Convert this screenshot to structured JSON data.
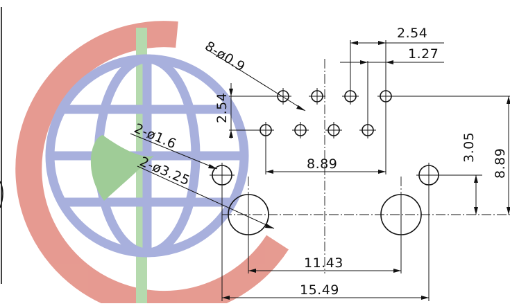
{
  "drawing": {
    "dimensions": {
      "pitch_top": "2.54",
      "half_pitch": "1.27",
      "pin_holes": "8-ø0.9",
      "row_spacing": "2.54",
      "row_width": "8.89",
      "lock_holes": "2-ø1.6",
      "mount_holes": "2-ø3.25",
      "offset_vertical": "3.05",
      "total_vertical": "8.89",
      "mount_spacing": "11.43",
      "overall_width": "15.49"
    }
  },
  "colors": {
    "watermark_red": "#e2897e",
    "watermark_blue": "#9aa3d8",
    "watermark_green": "#9fcf98",
    "line": "#111111"
  },
  "watermark": {
    "icon": "globe-dove-logo"
  }
}
